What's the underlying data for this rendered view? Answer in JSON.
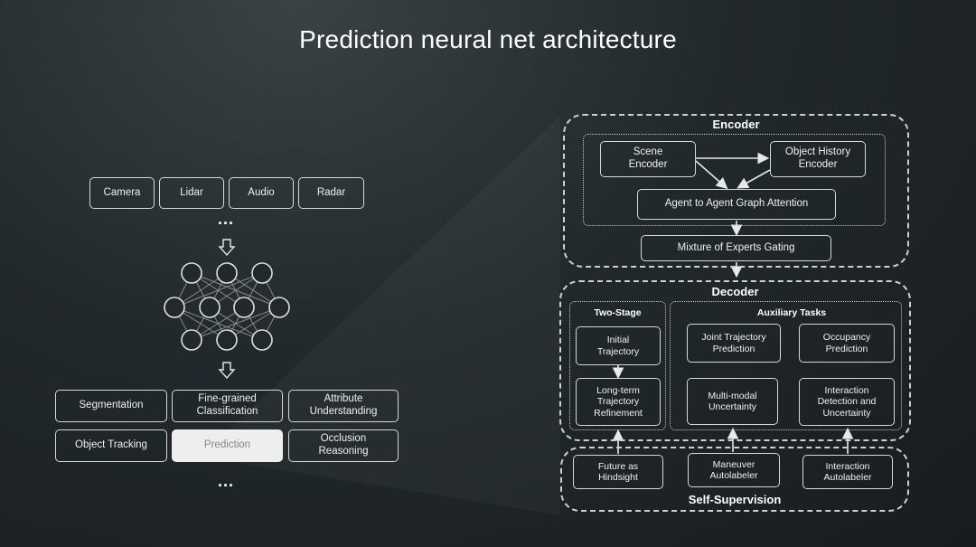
{
  "title": "Prediction neural net architecture",
  "sensors": [
    "Camera",
    "Lidar",
    "Audio",
    "Radar"
  ],
  "ellipsis": "...",
  "tasks": {
    "segmentation": "Segmentation",
    "fine_grained": "Fine-grained\nClassification",
    "attribute": "Attribute\nUnderstanding",
    "object_tracking": "Object Tracking",
    "prediction": "Prediction",
    "occlusion": "Occlusion\nReasoning"
  },
  "encoder": {
    "label": "Encoder",
    "scene_encoder": "Scene\nEncoder",
    "object_history_encoder": "Object History\nEncoder",
    "graph_attention": "Agent to Agent Graph Attention",
    "experts_gating": "Mixture of Experts Gating"
  },
  "decoder": {
    "label": "Decoder",
    "two_stage_label": "Two-Stage",
    "auxiliary_label": "Auxiliary Tasks",
    "initial_trajectory": "Initial\nTrajectory",
    "long_term_refinement": "Long-term\nTrajectory\nRefinement",
    "joint_trajectory": "Joint Trajectory\nPrediction",
    "occupancy": "Occupancy\nPrediction",
    "multimodal": "Multi-modal\nUncertainty",
    "interaction_detection": "Interaction\nDetection and\nUncertainty"
  },
  "self_supervision": {
    "label": "Self-Supervision",
    "future_hindsight": "Future as\nHindsight",
    "maneuver": "Maneuver\nAutolabeler",
    "interaction": "Interaction\nAutolabeler"
  }
}
